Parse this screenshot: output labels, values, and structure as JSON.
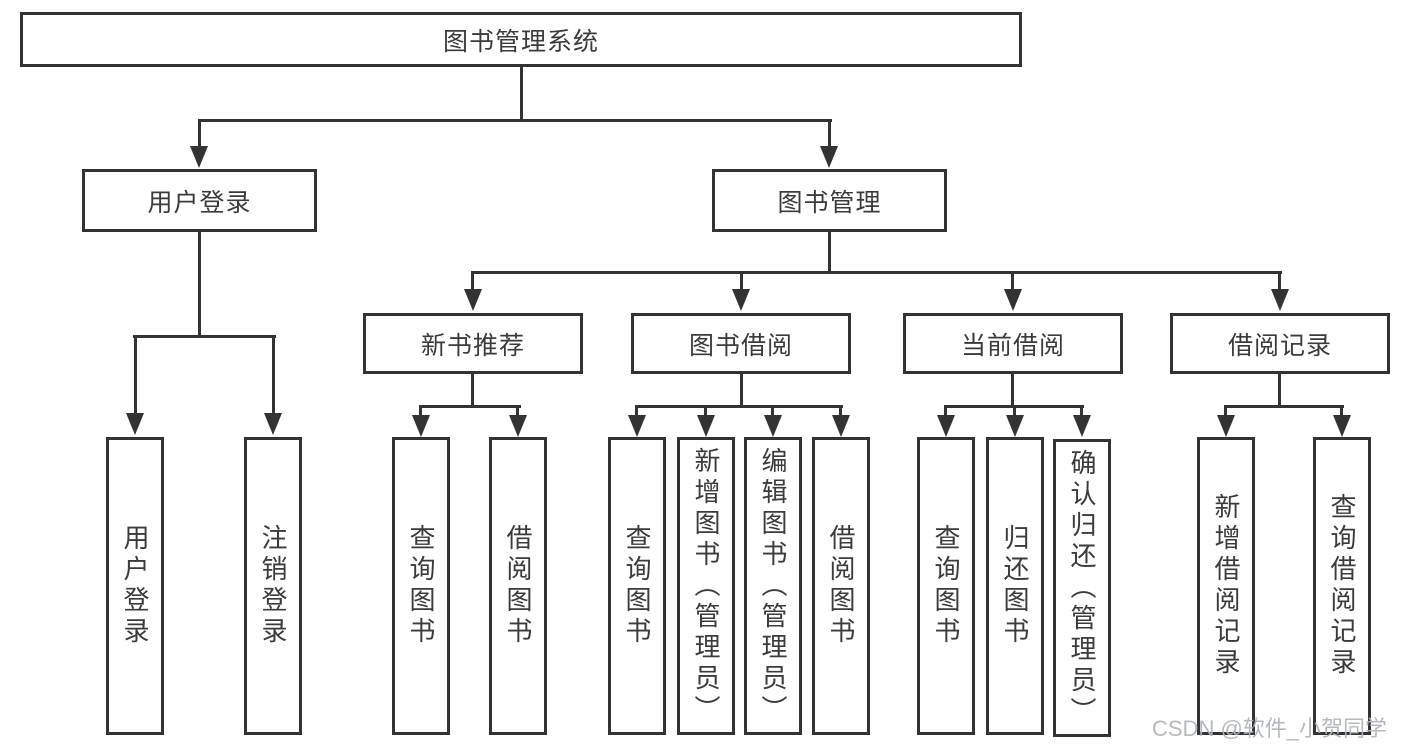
{
  "diagram": {
    "root": "图书管理系统",
    "branches": [
      {
        "label": "用户登录",
        "children": [
          "用户登录",
          "注销登录"
        ]
      },
      {
        "label": "图书管理",
        "sections": [
          {
            "label": "新书推荐",
            "children": [
              "查询图书",
              "借阅图书"
            ]
          },
          {
            "label": "图书借阅",
            "children": [
              "查询图书",
              "新增图书（管理员）",
              "编辑图书（管理员）",
              "借阅图书"
            ]
          },
          {
            "label": "当前借阅",
            "children": [
              "查询图书",
              "归还图书",
              "确认归还（管理员）"
            ]
          },
          {
            "label": "借阅记录",
            "children": [
              "新增借阅记录",
              "查询借阅记录"
            ]
          }
        ]
      }
    ],
    "watermark": "CSDN @软件_小贺同学",
    "colors": {
      "line": "#333333",
      "text": "#3b3b3b",
      "watermark": "#b1b5bb",
      "background": "#ffffff"
    }
  }
}
